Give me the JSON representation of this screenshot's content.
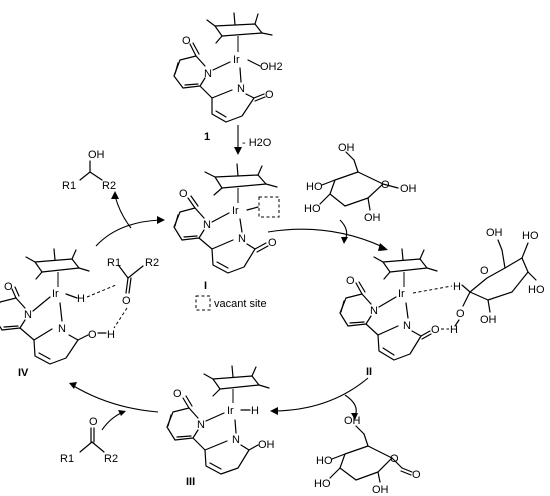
{
  "compounds": {
    "1": {
      "label": "1",
      "ir": "Ir",
      "n_left": "N",
      "n_right": "N",
      "o_top": "O",
      "o_bottom": "O",
      "aqua": "OH2"
    },
    "I": {
      "label": "I",
      "ir": "Ir",
      "n_left": "N",
      "n_right": "N",
      "o_top": "O",
      "o_bottom": "O"
    },
    "II": {
      "label": "II",
      "ir": "Ir",
      "n_left": "N",
      "n_right": "N",
      "o_top": "O",
      "oh_o": "O",
      "oh_h": "H",
      "h_bridge": "H"
    },
    "III": {
      "label": "III",
      "ir": "Ir",
      "hydride": "H",
      "n_left": "N",
      "n_right": "N",
      "o_top": "O",
      "oh": "OH"
    },
    "IV": {
      "label": "IV",
      "ir": "Ir",
      "hydride": "H",
      "n_left": "N",
      "n_right": "N",
      "o_top": "O",
      "oh_o": "O",
      "oh_h": "H"
    }
  },
  "reagents": {
    "water_loss": "- H2O",
    "vacant_site_label": "vacant site",
    "alcohol": {
      "oh": "OH",
      "r1": "R1",
      "r2": "R2"
    },
    "ketone_substrate": {
      "o": "O",
      "r1": "R1",
      "r2": "R2"
    },
    "ketone_bound": {
      "o": "O",
      "r1": "R1",
      "r2": "R2"
    },
    "glucose": {
      "oh_labels": [
        "OH",
        "HO",
        "HO",
        "OH",
        "OH"
      ],
      "ring_o": "O"
    },
    "glucose_bound": {
      "oh_labels": [
        "OH",
        "HO",
        "HO",
        "OH"
      ],
      "ring_o": "O",
      "h": "H",
      "o_h": "O"
    },
    "gluconolactone": {
      "oh_labels": [
        "OH",
        "HO",
        "HO",
        "OH"
      ],
      "ring_o": "O",
      "carbonyl_o": "O"
    }
  }
}
